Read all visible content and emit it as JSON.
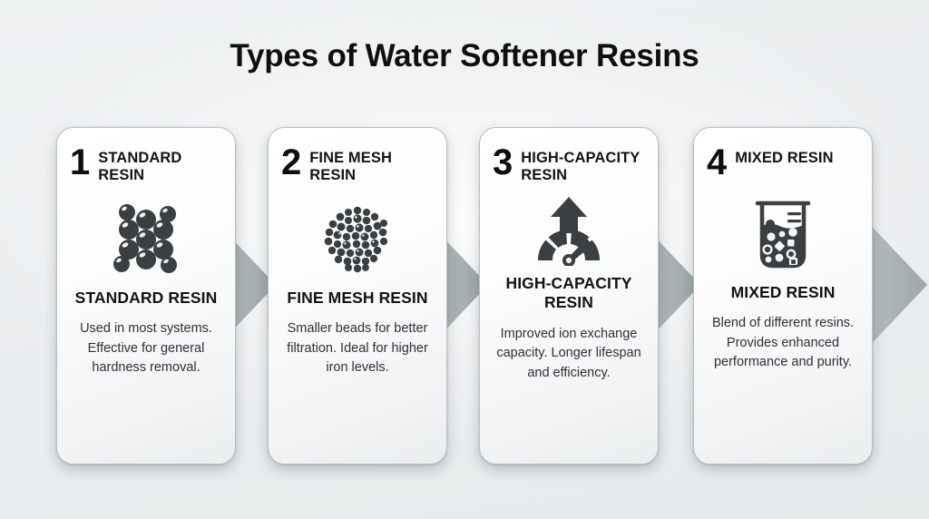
{
  "header": {
    "title": "Types of Water Softener Resins"
  },
  "colors": {
    "background": "#eceff0",
    "card_face": "#ffffff",
    "card_border": "#b9c0c3",
    "text": "#111416",
    "icon": "#3a3f42",
    "arrow": "#a9b0b4"
  },
  "cards": [
    {
      "number": "1",
      "kicker": "STANDARD RESIN",
      "icon": "resin-beads-cluster-icon",
      "title": "STANDARD RESIN",
      "description": "Used in most systems. Effective for general hardness removal."
    },
    {
      "number": "2",
      "kicker": "FINE MESH RESIN",
      "icon": "fine-mesh-beads-icon",
      "title": "FINE MESH RESIN",
      "description": "Smaller beads for better filtration. Ideal for higher iron levels."
    },
    {
      "number": "3",
      "kicker": "HIGH-CAPACITY RESIN",
      "icon": "gauge-up-arrow-icon",
      "title": "HIGH-CAPACITY RESIN",
      "description": "Improved ion exchange capacity. Longer lifespan and efficiency."
    },
    {
      "number": "4",
      "kicker": "MIXED RESIN",
      "icon": "beaker-mixed-particles-icon",
      "title": "MIXED RESIN",
      "description": "Blend of different resins. Provides enhanced performance and purity."
    }
  ],
  "connectors": [
    {
      "name": "arrow-1-to-2",
      "direction": "right"
    },
    {
      "name": "arrow-2-to-3",
      "direction": "right"
    },
    {
      "name": "arrow-3-to-4",
      "direction": "right"
    },
    {
      "name": "arrow-4-end",
      "direction": "right"
    }
  ]
}
